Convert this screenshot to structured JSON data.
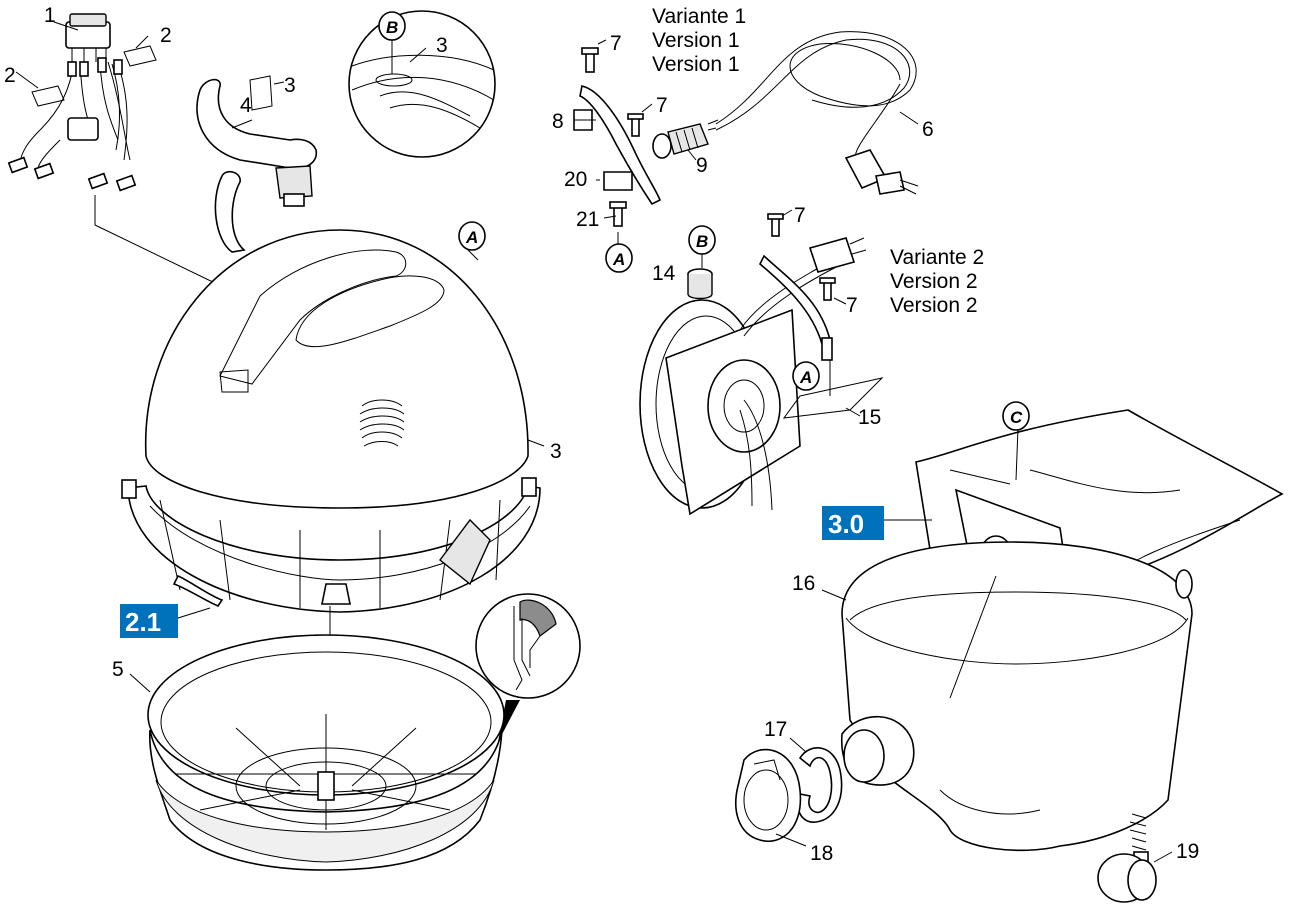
{
  "callouts": {
    "c1": "1",
    "c2a": "2",
    "c2b": "2",
    "c3a": "3",
    "c3b": "3",
    "c3c": "3",
    "c4": "4",
    "c5": "5",
    "c6": "6",
    "c7a": "7",
    "c7b": "7",
    "c7c": "7",
    "c7d": "7",
    "c8": "8",
    "c9": "9",
    "c14": "14",
    "c15": "15",
    "c16": "16",
    "c17": "17",
    "c18": "18",
    "c19": "19",
    "c20": "20",
    "c21": "21"
  },
  "variants": {
    "v1_line1": "Variante 1",
    "v1_line2": "Version 1",
    "v1_line3": "Version 1",
    "v2_line1": "Variante 2",
    "v2_line2": "Version  2",
    "v2_line3": "Version 2"
  },
  "refs": {
    "A": "A",
    "B": "B",
    "C": "C"
  },
  "badges": {
    "b21": "2.1",
    "b30": "3.0"
  },
  "colors": {
    "badge": "#0072bc",
    "detail_shade": "#8c8c8c",
    "bag_fill": "#f0f0f0"
  }
}
